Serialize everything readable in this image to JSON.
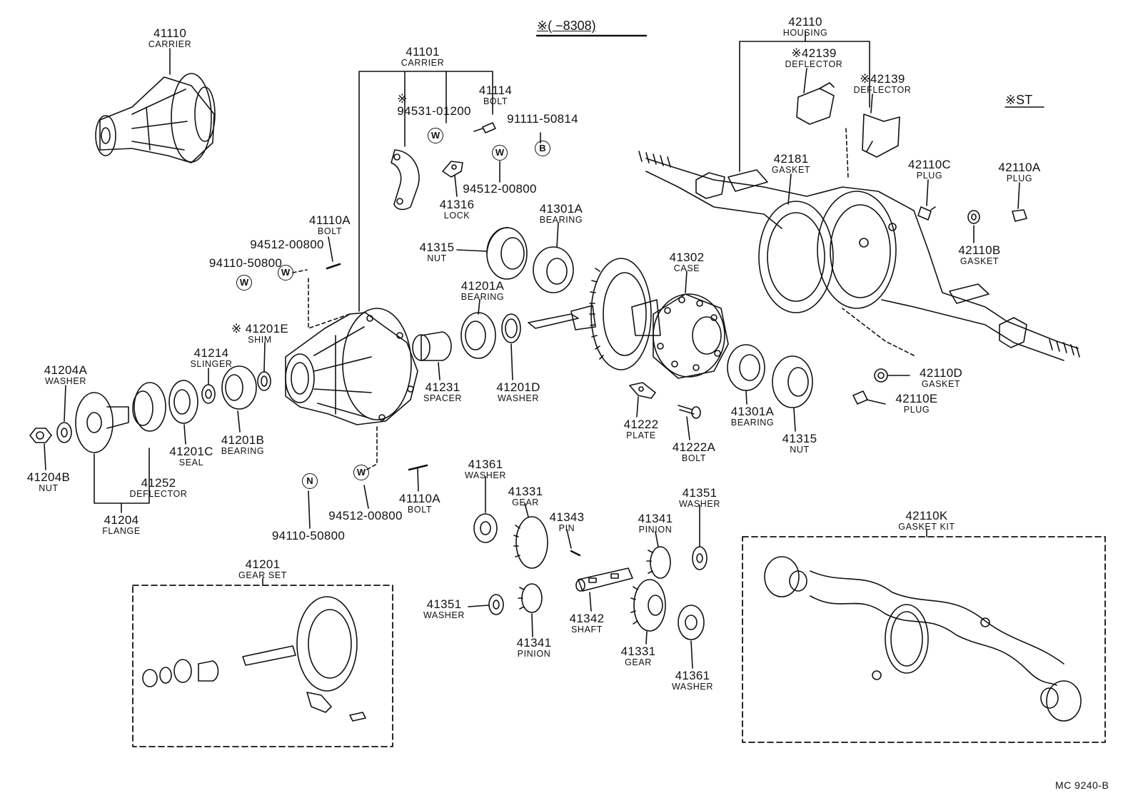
{
  "header_note": "※(      −8308)",
  "st_note": "※ST",
  "diagram_code": "MC  9240-B",
  "circle_marks": {
    "w": "W",
    "b": "B",
    "n": "N"
  },
  "parts": {
    "p41110": {
      "number": "41110",
      "name": "CARRIER"
    },
    "p41101": {
      "number": "41101",
      "name": "CARRIER"
    },
    "p41114": {
      "number": "41114",
      "name": "BOLT"
    },
    "p94531": {
      "number": "※\n94531-01200",
      "name": ""
    },
    "p91111": {
      "number": "91111-50814",
      "name": ""
    },
    "p94512a": {
      "number": "94512-00800",
      "name": ""
    },
    "p41316": {
      "number": "41316",
      "name": "LOCK"
    },
    "p42110": {
      "number": "42110",
      "name": "HOUSING"
    },
    "p42139a": {
      "number": "※42139",
      "name": "DEFLECTOR"
    },
    "p42139b": {
      "number": "※42139",
      "name": "DEFLECTOR"
    },
    "p42181": {
      "number": "42181",
      "name": "GASKET"
    },
    "p42110c": {
      "number": "42110C",
      "name": "PLUG"
    },
    "p42110a": {
      "number": "42110A",
      "name": "PLUG"
    },
    "p42110b": {
      "number": "42110B",
      "name": "GASKET"
    },
    "p42110d": {
      "number": "42110D",
      "name": "GASKET"
    },
    "p42110e": {
      "number": "42110E",
      "name": "PLUG"
    },
    "p41110a1": {
      "number": "41110A",
      "name": "BOLT"
    },
    "p94512b": {
      "number": "94512-00800",
      "name": ""
    },
    "p94110a": {
      "number": "94110-50800",
      "name": ""
    },
    "p41201e": {
      "number": "※ 41201E",
      "name": "SHIM"
    },
    "p41214": {
      "number": "41214",
      "name": "SLINGER"
    },
    "p41204a": {
      "number": "41204A",
      "name": "WASHER"
    },
    "p41204b": {
      "number": "41204B",
      "name": "NUT"
    },
    "p41201c": {
      "number": "41201C",
      "name": "SEAL"
    },
    "p41201b": {
      "number": "41201B",
      "name": "BEARING"
    },
    "p41252": {
      "number": "41252",
      "name": "DEFLECTOR"
    },
    "p41204": {
      "number": "41204",
      "name": "FLANGE"
    },
    "p41315a": {
      "number": "41315",
      "name": "NUT"
    },
    "p41301a1": {
      "number": "41301A",
      "name": "BEARING"
    },
    "p41201a": {
      "number": "41201A",
      "name": "BEARING"
    },
    "p41231": {
      "number": "41231",
      "name": "SPACER"
    },
    "p41201d": {
      "number": "41201D",
      "name": "WASHER"
    },
    "p41302": {
      "number": "41302",
      "name": "CASE"
    },
    "p41222": {
      "number": "41222",
      "name": "PLATE"
    },
    "p41222a": {
      "number": "41222A",
      "name": "BOLT"
    },
    "p41301a2": {
      "number": "41301A",
      "name": "BEARING"
    },
    "p41315b": {
      "number": "41315",
      "name": "NUT"
    },
    "p41110a2": {
      "number": "41110A",
      "name": "BOLT"
    },
    "p94512c": {
      "number": "94512-00800",
      "name": ""
    },
    "p94110b": {
      "number": "94110-50800",
      "name": ""
    },
    "p41361a": {
      "number": "41361",
      "name": "WASHER"
    },
    "p41331a": {
      "number": "41331",
      "name": "GEAR"
    },
    "p41343": {
      "number": "41343",
      "name": "PIN"
    },
    "p41341a": {
      "number": "41341",
      "name": "PINION"
    },
    "p41351a": {
      "number": "41351",
      "name": "WASHER"
    },
    "p41351b": {
      "number": "41351",
      "name": "WASHER"
    },
    "p41341b": {
      "number": "41341",
      "name": "PINION"
    },
    "p41342": {
      "number": "41342",
      "name": "SHAFT"
    },
    "p41331b": {
      "number": "41331",
      "name": "GEAR"
    },
    "p41361b": {
      "number": "41361",
      "name": "WASHER"
    },
    "p41201": {
      "number": "41201",
      "name": "GEAR SET"
    },
    "p42110k": {
      "number": "42110K",
      "name": "GASKET KIT"
    }
  }
}
